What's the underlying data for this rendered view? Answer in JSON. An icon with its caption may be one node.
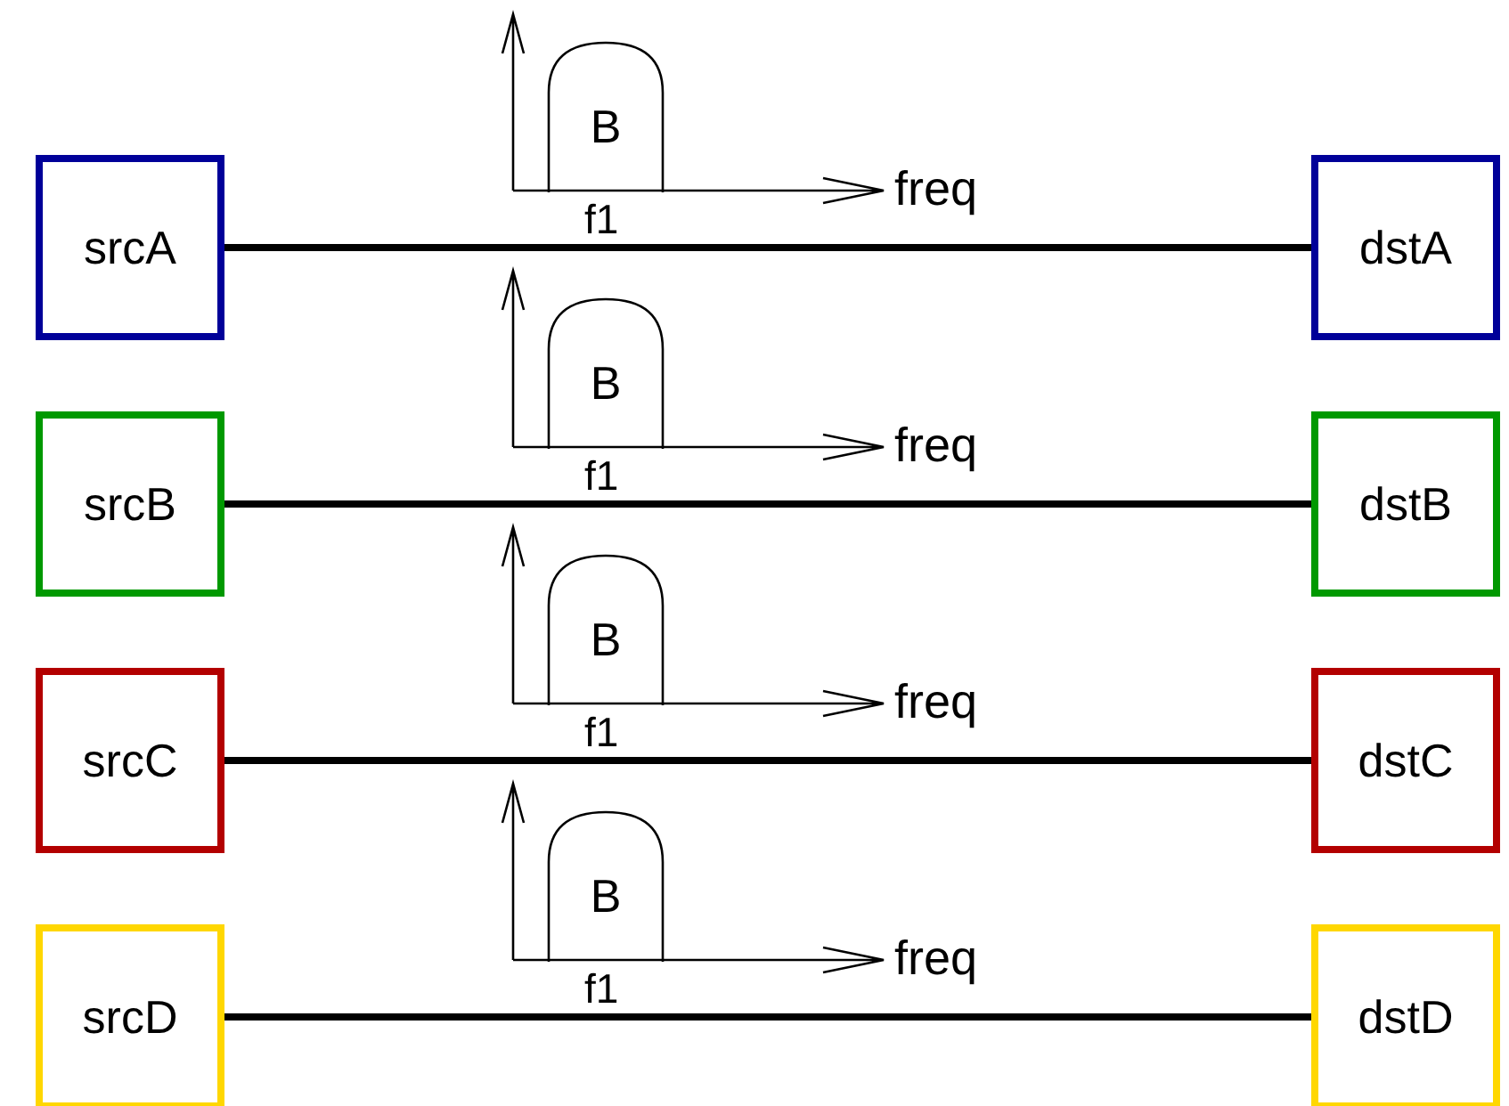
{
  "diagram": {
    "nodes": [
      {
        "text": [
          "B"
        ]
      },
      {
        "text": [
          "srcA"
        ]
      },
      {
        "text": [
          "dstA"
        ]
      },
      {
        "text": [
          "B"
        ]
      },
      {
        "text": [
          "srcB"
        ]
      },
      {
        "text": [
          "dstB"
        ]
      },
      {
        "text": [
          "B"
        ]
      },
      {
        "text": [
          "srcC"
        ]
      },
      {
        "text": [
          "dstC"
        ]
      },
      {
        "text": [
          "B"
        ]
      },
      {
        "text": [
          "srcD"
        ]
      },
      {
        "text": [
          "dstD"
        ]
      }
    ],
    "edges": [
      {
        "from": 1,
        "to": 2,
        "arrow": "none"
      },
      {
        "from": 4,
        "to": 5,
        "arrow": "none"
      },
      {
        "from": 7,
        "to": 8,
        "arrow": "none"
      },
      {
        "from": 10,
        "to": 11,
        "arrow": "none"
      }
    ],
    "labels": [
      "freq",
      "f1",
      "freq",
      "f1",
      "freq",
      "f1",
      "freq",
      "f1"
    ]
  }
}
